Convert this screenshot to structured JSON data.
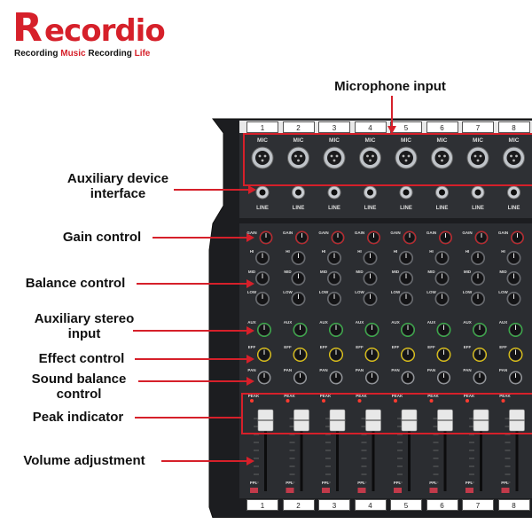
{
  "brand": {
    "first_letter": "R",
    "rest": "ecordio",
    "tagline_part1": "Recording ",
    "tagline_part2": "Music ",
    "tagline_part3": "Recording ",
    "tagline_part4": "Life"
  },
  "labels": {
    "microphone_input": "Microphone input",
    "auxiliary_device_line1": "Auxiliary device",
    "auxiliary_device_line2": "interface",
    "gain_control": "Gain control",
    "balance_control": "Balance control",
    "auxiliary_stereo_line1": "Auxiliary stereo",
    "auxiliary_stereo_line2": "input",
    "effect_control": "Effect control",
    "sound_balance_line1": "Sound balance",
    "sound_balance_line2": "control",
    "peak_indicator": "Peak indicator",
    "volume_adjustment": "Volume adjustment"
  },
  "channels": [
    "1",
    "2",
    "3",
    "4",
    "5",
    "6",
    "7",
    "8"
  ],
  "strip": {
    "mic": "MIC",
    "line": "LINE",
    "gain": "GAIN",
    "hi": "HI",
    "mid": "MID",
    "low": "LOW",
    "aux": "AUX",
    "eff": "EFF",
    "pan": "PAN",
    "peak": "PEAK",
    "pfl": "PFL"
  },
  "colors": {
    "accent": "#d6202a",
    "panel": "#2b2d31",
    "knob_gain": "#c8232a",
    "knob_aux": "#38b449",
    "knob_eff": "#e5c712"
  }
}
